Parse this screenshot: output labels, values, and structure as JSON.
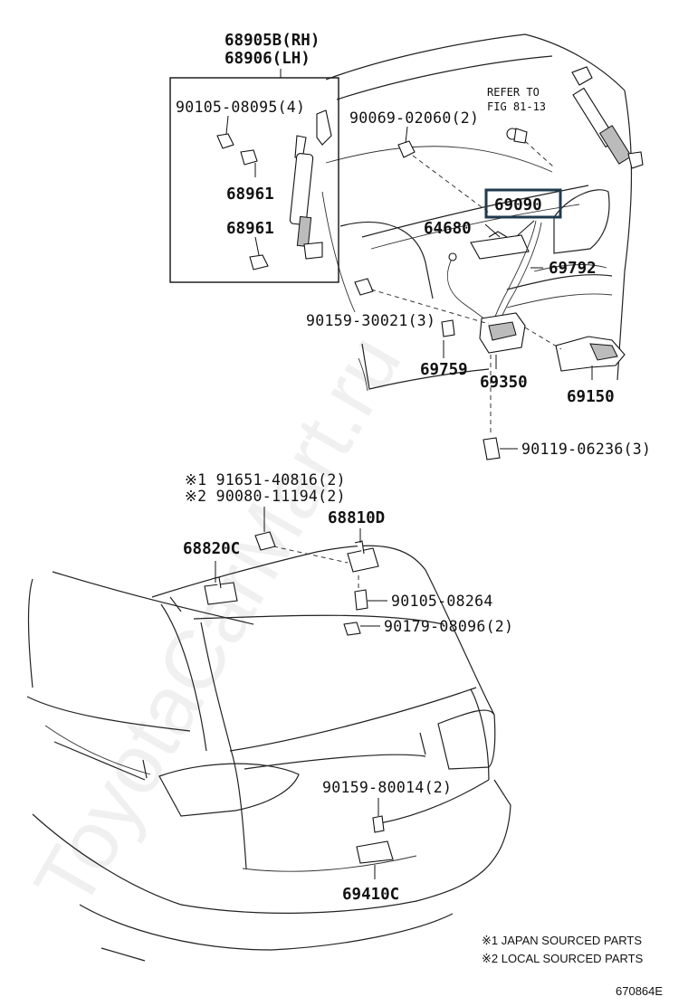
{
  "labels": {
    "strut_rh": "68905B(RH)",
    "strut_lh": "68906(LH)",
    "bolt_4": "90105-08095(4)",
    "stud_a": "68961",
    "stud_b": "68961",
    "screw_2": "90069-02060(2)",
    "refer_1": "REFER TO",
    "refer_2": "FIG 81-13",
    "cable_assy": "69090",
    "handle": "64680",
    "cable": "69792",
    "clip_3": "90159-30021(3)",
    "striker_cover": "69759",
    "lock_assy": "69350",
    "lock_part": "69150",
    "screw_3": "90119-06236(3)",
    "hinge_bolt_1": "※1 91651-40816(2)",
    "hinge_bolt_2": "※2 90080-11194(2)",
    "hinge_rh": "68810D",
    "hinge_lh": "68820C",
    "bolt_hinge": "90105-08264",
    "plug": "90179-08096(2)",
    "striker_bolt": "90159-80014(2)",
    "striker": "69410C"
  },
  "notes": {
    "note1": "※1 JAPAN SOURCED PARTS",
    "note2": "※2 LOCAL SOURCED PARTS"
  },
  "figure_id": "670864E",
  "watermark": "ToyotaCarMart.ru",
  "colors": {
    "ink": "#111111",
    "highlight_box": "#1f3a4d",
    "background": "#ffffff"
  }
}
